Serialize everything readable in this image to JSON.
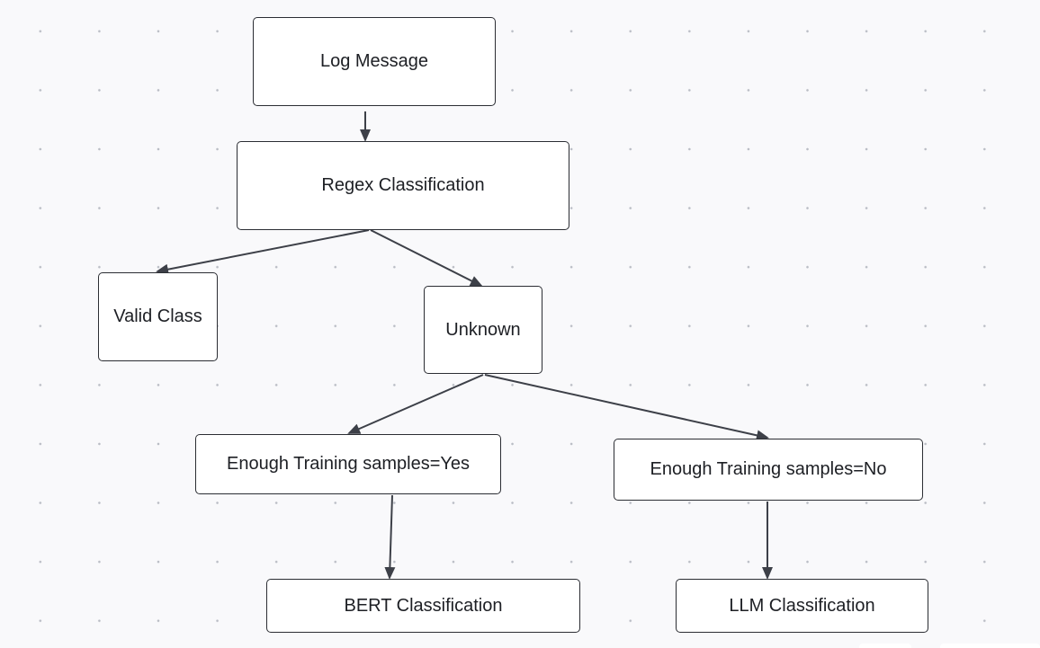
{
  "diagram": {
    "nodes": {
      "log_message": "Log Message",
      "regex_classification": "Regex Classification",
      "valid_class": "Valid Class",
      "unknown": "Unknown",
      "enough_samples_yes": "Enough Training samples=Yes",
      "enough_samples_no": "Enough Training samples=No",
      "bert_classification": "BERT Classification",
      "llm_classification": "LLM Classification"
    },
    "edges": [
      {
        "from": "log_message",
        "to": "regex_classification"
      },
      {
        "from": "regex_classification",
        "to": "valid_class"
      },
      {
        "from": "regex_classification",
        "to": "unknown"
      },
      {
        "from": "unknown",
        "to": "enough_samples_yes"
      },
      {
        "from": "unknown",
        "to": "enough_samples_no"
      },
      {
        "from": "enough_samples_yes",
        "to": "bert_classification"
      },
      {
        "from": "enough_samples_no",
        "to": "llm_classification"
      }
    ],
    "colors": {
      "edge": "#3d4048",
      "node_border": "#2b2d33",
      "node_fill": "#ffffff",
      "canvas_background": "#f9f9fb",
      "dot_grid": "#b9bcc4"
    }
  }
}
